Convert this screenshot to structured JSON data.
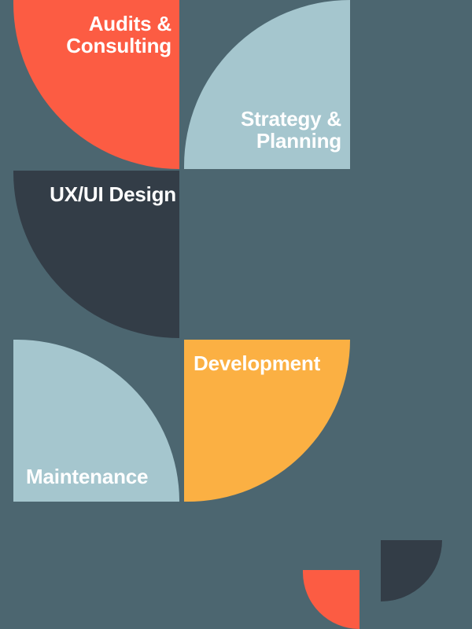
{
  "palette": {
    "background": "#4c6670",
    "coral": "#fc5c43",
    "light_blue": "#a5c6ce",
    "dark_navy": "#333d47",
    "amber": "#fbb043",
    "text": "#ffffff"
  },
  "tiles": [
    {
      "id": "audits",
      "label": "Audits &\nConsulting",
      "color": "#fc5c43",
      "rounded_corner": "bottom-left",
      "row": 1,
      "col": 1
    },
    {
      "id": "strategy",
      "label": "Strategy &\nPlanning",
      "color": "#a5c6ce",
      "rounded_corner": "top-left",
      "row": 1,
      "col": 2
    },
    {
      "id": "uxui",
      "label": "UX/UI Design",
      "color": "#333d47",
      "rounded_corner": "bottom-left",
      "row": 2,
      "col": 1
    },
    {
      "id": "maintenance",
      "label": "Maintenance",
      "color": "#a5c6ce",
      "rounded_corner": "top-right",
      "row": 3,
      "col": 1
    },
    {
      "id": "development",
      "label": "Development",
      "color": "#fbb043",
      "rounded_corner": "bottom-right",
      "row": 3,
      "col": 2
    }
  ],
  "decorations": [
    {
      "id": "deco-coral",
      "color": "#fc5c43",
      "rounded_corner": "bottom-left"
    },
    {
      "id": "deco-navy",
      "color": "#333d47",
      "rounded_corner": "bottom-right"
    }
  ]
}
